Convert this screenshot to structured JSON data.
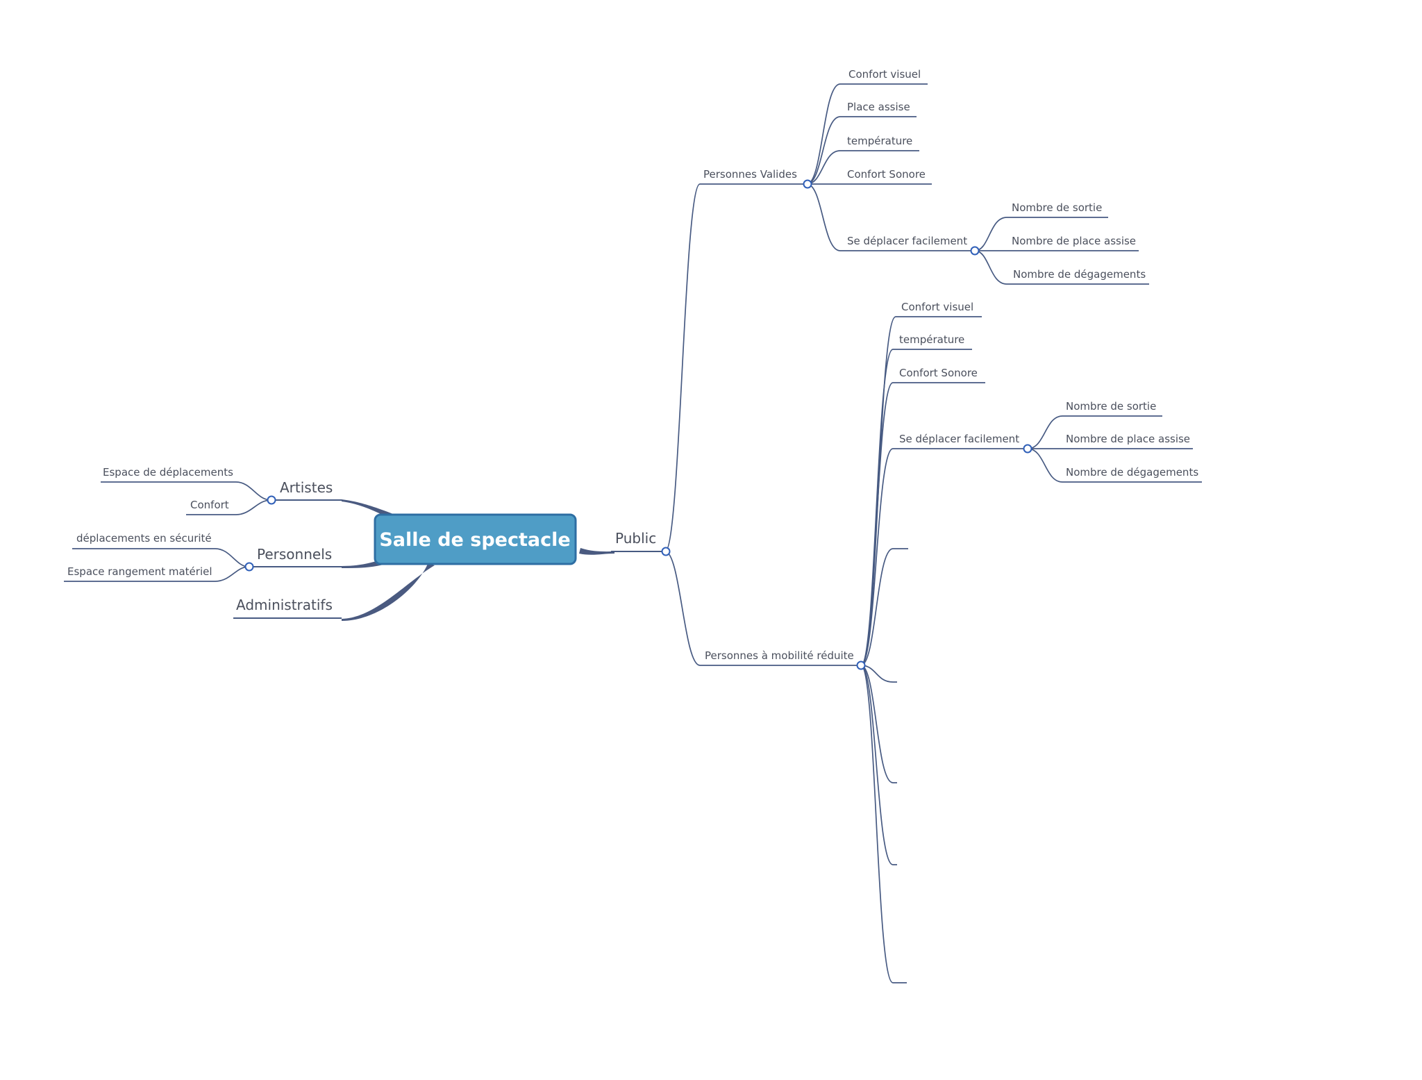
{
  "root": "Salle de spectacle",
  "left": {
    "artistes": {
      "label": "Artistes",
      "children": [
        "Espace de déplacements",
        "Confort"
      ]
    },
    "personnels": {
      "label": "Personnels",
      "children": [
        "déplacements en sécurité",
        "Espace rangement matériel"
      ]
    },
    "administratifs": {
      "label": "Administratifs"
    }
  },
  "public": {
    "label": "Public",
    "valides": {
      "label": "Personnes Valides",
      "children": [
        "Confort visuel",
        "Place assise",
        "température",
        "Confort Sonore",
        "Se déplacer facilement"
      ],
      "deplacer": [
        "Nombre de sortie",
        "Nombre de place assise",
        "Nombre de dégagements"
      ]
    },
    "pmr": {
      "label": "Personnes à mobilité réduite",
      "children": [
        "Confort visuel",
        "température",
        "Confort Sonore",
        "Se déplacer facilement"
      ],
      "deplacer": [
        "Nombre de sortie",
        "Nombre de place assise",
        "Nombre de dégagements"
      ]
    }
  },
  "colors": {
    "root_fill": "#4f9dc6",
    "root_border": "#2e6ea3",
    "branch": "#475a82",
    "knob": "#2f5fb8"
  }
}
